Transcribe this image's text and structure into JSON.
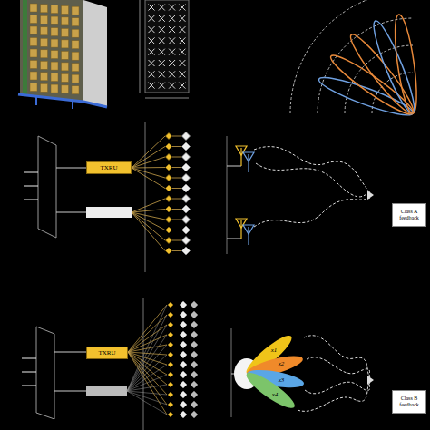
{
  "diagram": {
    "nodes": [
      {
        "text": [
          "TXRU"
        ]
      },
      {
        "text": [
          "Class A feedback"
        ]
      },
      {
        "text": [
          "TXRU"
        ]
      },
      {
        "text": [
          "Class B feedback"
        ]
      }
    ],
    "labels": [
      "x1",
      "x2",
      "x3",
      "x4"
    ]
  }
}
